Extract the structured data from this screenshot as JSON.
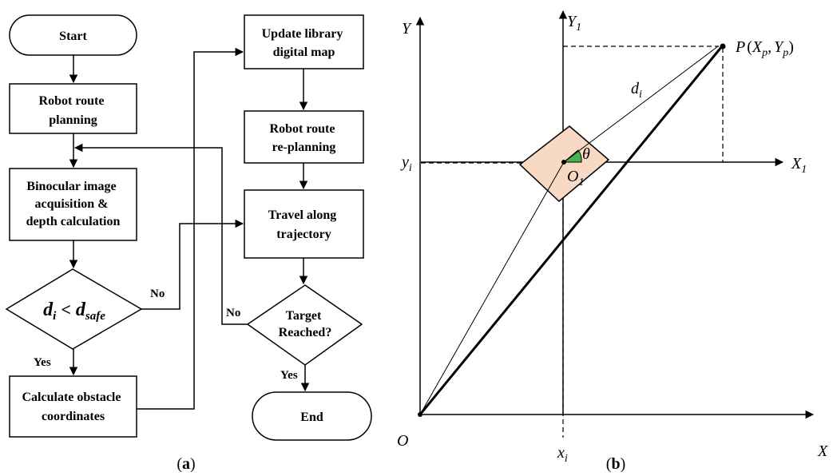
{
  "panel_a": {
    "caption_open": "(",
    "caption_letter": "a",
    "caption_close": ")",
    "nodes": {
      "start": [
        "Start"
      ],
      "route_planning": [
        "Robot route",
        "planning"
      ],
      "binocular": [
        "Binocular image",
        "acquisition &",
        "depth calculation"
      ],
      "decision_main": "d",
      "decision_sub": "i",
      "decision_op": "<",
      "decision_main2": "d",
      "decision_sub2": "safe",
      "calc_obstacle": [
        "Calculate obstacle",
        "coordinates"
      ],
      "update_map": [
        "Update library",
        "digital map"
      ],
      "replanning": [
        "Robot route",
        "re-planning"
      ],
      "travel": [
        "Travel along",
        "trajectory"
      ],
      "target": [
        "Target",
        "Reached?"
      ],
      "end": [
        "End"
      ]
    },
    "edge_labels": {
      "decision_no": "No",
      "decision_yes": "Yes",
      "target_no": "No",
      "target_yes": "Yes"
    }
  },
  "panel_b": {
    "caption_open": "(",
    "caption_letter": "b",
    "caption_close": ")",
    "labels": {
      "Y": "Y",
      "X": "X",
      "O": "O",
      "Y1_main": "Y",
      "Y1_sub": "1",
      "X1_main": "X",
      "X1_sub": "1",
      "O1_main": "O",
      "O1_sub": "1",
      "yi_main": "y",
      "yi_sub": "i",
      "xi_main": "x",
      "xi_sub": "i",
      "di_main": "d",
      "di_sub": "i",
      "theta": "θ",
      "P_prefix": "P",
      "P_open": "(",
      "P_X": "X",
      "P_Xsub": "p",
      "P_comma": ",",
      "P_Y": "Y",
      "P_Ysub": "p",
      "P_close": ")"
    },
    "colors": {
      "robot_fill": "#f8d9c4",
      "angle_fill": "#4caf50"
    }
  }
}
